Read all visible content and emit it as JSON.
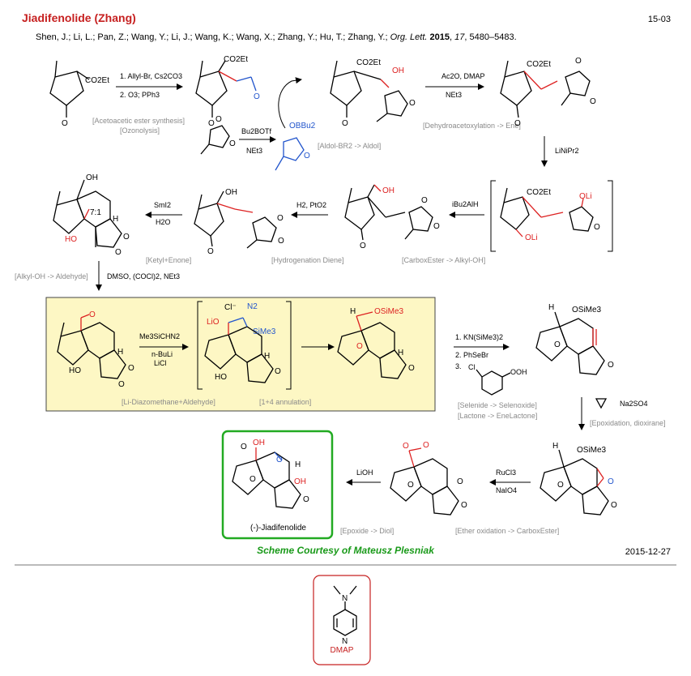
{
  "header": {
    "title": "Jiadifenolide (Zhang)",
    "code": "15-03",
    "citation_authors": "Shen, J.; Li, L.; Pan, Z.; Wang, Y.; Li, J.; Wang, K.; Wang, X.; Zhang, Y.; Hu, T.; Zhang, Y.;",
    "citation_journal": "Org. Lett.",
    "citation_year": "2015",
    "citation_volume": "17",
    "citation_pages": "5480–5483."
  },
  "steps": {
    "s1_reagent1": "1. Allyl-Br, Cs2CO3",
    "s1_reagent2": "2. O3; PPh3",
    "s1_label1": "[Acetoacetic ester synthesis]",
    "s1_label2": "[Ozonolysis]",
    "s2_reagent1": "Bu2BOTf",
    "s2_reagent2": "NEt3",
    "s2_label": "[Aldol-BR2 -> Aldol]",
    "s3_reagent1": "Ac2O, DMAP",
    "s3_reagent2": "NEt3",
    "s3_label": "[Dehydroacetoxylation -> Ene]",
    "s4_reagent": "LiNiPr2",
    "s5_reagent": "iBu2AlH",
    "s5_label": "[CarboxEster -> Alkyl-OH]",
    "s6_reagent": "H2, PtO2",
    "s6_label": "[Hydrogenation Diene]",
    "s7_reagent1": "SmI2",
    "s7_reagent2": "H2O",
    "s7_label": "[Ketyl+Enone]",
    "s8_reagent": "DMSO, (COCl)2, NEt3",
    "s8_label": "[Alkyl-OH -> Aldehyde]",
    "s9_reagent1": "Me3SiCHN2",
    "s9_reagent2": "n-BuLi",
    "s9_reagent3": "LiCl",
    "s9_label1": "[Li-Diazomethane+Aldehyde]",
    "s9_label2": "[1+4 annulation]",
    "s10_reagent1": "1. KN(SiMe3)2",
    "s10_reagent2": "2. PhSeBr",
    "s10_reagent3": "3.",
    "s10_label1": "[Selenide -> Selenoxide]",
    "s10_label2": "[Lactone -> EneLactone]",
    "s11_reagent": "Na2SO4",
    "s11_label": "[Epoxidation, dioxirane]",
    "s12_reagent1": "RuCl3",
    "s12_reagent2": "NaIO4",
    "s12_label": "[Ether oxidation -> CarboxEster]",
    "s13_reagent": "LiOH",
    "s13_label": "[Epoxide -> Diol]"
  },
  "atoms": {
    "co2et": "CO2Et",
    "oh": "OH",
    "o": "O",
    "h": "H",
    "ho": "HO",
    "li_o": "LiO",
    "oli": "OLi",
    "obbu2": "OBBu2",
    "osime3": "OSiMe3",
    "n2": "N2",
    "sime3": "SiMe3",
    "cl_minus": "Cl⁻",
    "ratio": "7:1",
    "cl": "Cl",
    "ooh": "OOH"
  },
  "final_product": "(-)-Jiadifenolide",
  "courtesy": "Scheme Courtesy of Mateusz Plesniak",
  "date": "2015-12-27",
  "dmap": {
    "label": "DMAP",
    "n_top": "N",
    "n_ring": "N"
  },
  "colors": {
    "title": "#c62020",
    "highlight_box": "#fdf7c4",
    "final_box": "#22aa22",
    "courtesy": "#1a9a1a",
    "dmap_box": "#c62020",
    "label_grey": "#8a8a8a"
  }
}
